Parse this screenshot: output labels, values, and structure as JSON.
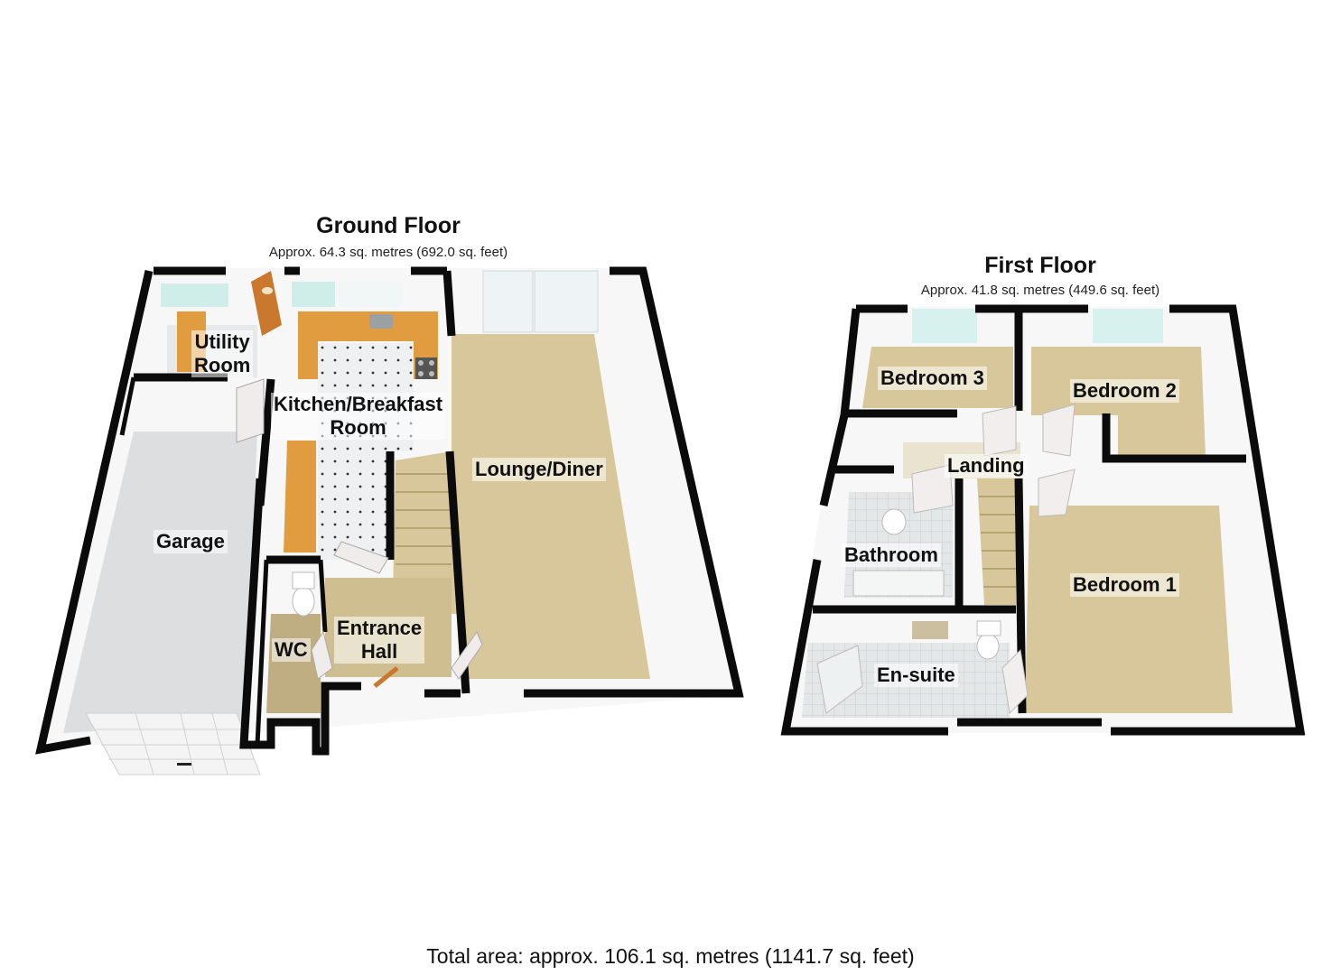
{
  "ground_floor": {
    "title": "Ground Floor",
    "area": "Approx. 64.3 sq. metres (692.0 sq. feet)",
    "rooms": {
      "utility_line1": "Utility",
      "utility_line2": "Room",
      "kitchen_line1": "Kitchen/Breakfast",
      "kitchen_line2": "Room",
      "lounge": "Lounge/Diner",
      "garage": "Garage",
      "hall_line1": "Entrance",
      "hall_line2": "Hall",
      "wc": "WC"
    }
  },
  "first_floor": {
    "title": "First Floor",
    "area": "Approx. 41.8 sq. metres (449.6 sq. feet)",
    "rooms": {
      "bedroom3": "Bedroom 3",
      "bedroom2": "Bedroom 2",
      "landing": "Landing",
      "bathroom": "Bathroom",
      "bedroom1": "Bedroom 1",
      "ensuite": "En-suite"
    }
  },
  "total_area": "Total area: approx. 106.1 sq. metres (1141.7 sq. feet)",
  "colors": {
    "wall": "#0b0b0b",
    "carpet": "#d6c69b",
    "tile": "#e6e9ea",
    "garage_floor": "#dadcde",
    "worktop": "#e09a3e",
    "window": "#cfeee9"
  }
}
